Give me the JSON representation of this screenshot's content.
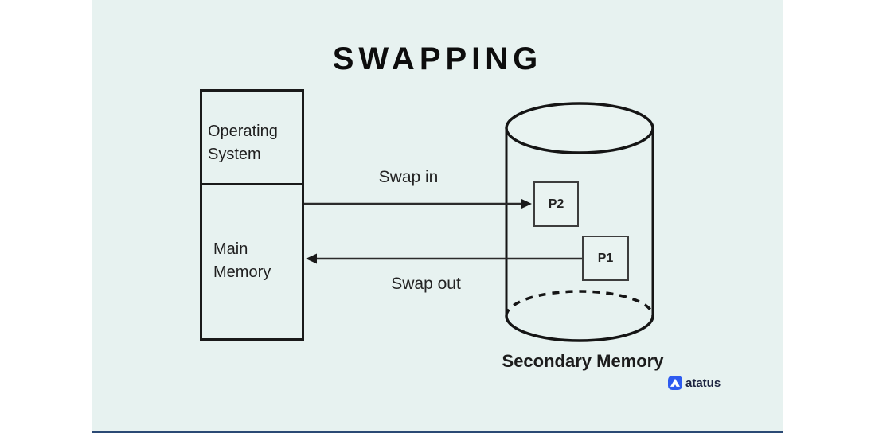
{
  "diagram": {
    "title": "SWAPPING",
    "memory": {
      "os_label": "Operating\nSystem",
      "main_label": "Main\nMemory"
    },
    "flows": {
      "swap_in": "Swap in",
      "swap_out": "Swap out"
    },
    "secondary": {
      "label": "Secondary Memory",
      "processes": [
        {
          "id": "P2"
        },
        {
          "id": "P1"
        }
      ]
    },
    "branding": {
      "wordmark": "atatus"
    },
    "colors": {
      "panel_background": "#e7f2f0",
      "stroke": "#1a1a1a",
      "brand_blue": "#2e5bf0",
      "brand_text": "#1c2340",
      "bottom_bar": "#2b4a75"
    }
  }
}
